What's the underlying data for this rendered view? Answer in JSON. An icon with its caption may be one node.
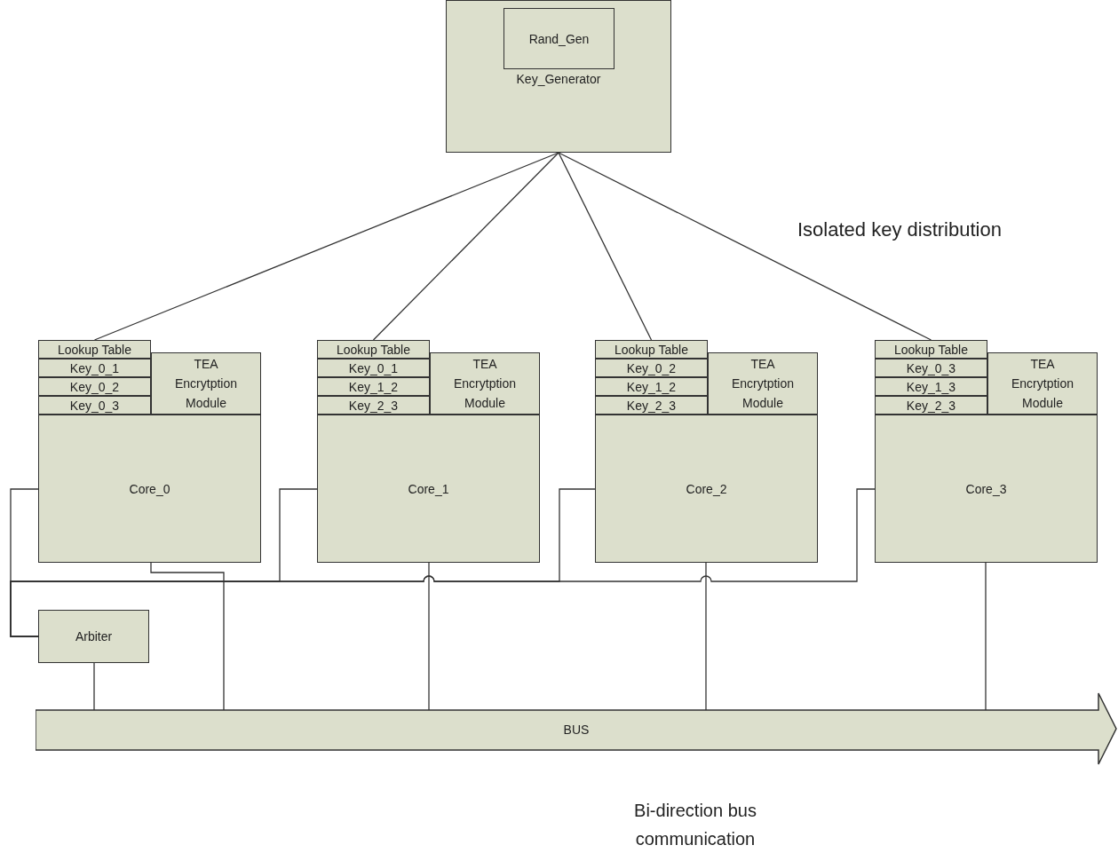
{
  "diagram": {
    "nodes": [
      {
        "text": [
          "Key_Generator"
        ]
      },
      {
        "text": [
          "Rand_Gen"
        ],
        "in": 0
      },
      {
        "text": [
          "Lookup Table"
        ]
      },
      {
        "text": [
          "Key_0_1"
        ]
      },
      {
        "text": [
          "Key_0_2"
        ]
      },
      {
        "text": [
          "Key_0_3"
        ]
      },
      {
        "text": [
          "TEA Encrytption Module"
        ]
      },
      {
        "text": [
          "Core_0"
        ]
      },
      {
        "text": [
          "Lookup Table"
        ]
      },
      {
        "text": [
          "Key_0_1"
        ]
      },
      {
        "text": [
          "Key_1_2"
        ]
      },
      {
        "text": [
          "Key_2_3"
        ]
      },
      {
        "text": [
          "TEA Encrytption Module"
        ]
      },
      {
        "text": [
          "Core_1"
        ]
      },
      {
        "text": [
          "Lookup Table"
        ]
      },
      {
        "text": [
          "Key_0_2"
        ]
      },
      {
        "text": [
          "Key_1_2"
        ]
      },
      {
        "text": [
          "Key_2_3"
        ]
      },
      {
        "text": [
          "TEA Encrytption Module"
        ]
      },
      {
        "text": [
          "Core_2"
        ]
      },
      {
        "text": [
          "Lookup Table"
        ]
      },
      {
        "text": [
          "Key_0_3"
        ]
      },
      {
        "text": [
          "Key_1_3"
        ]
      },
      {
        "text": [
          "Key_2_3"
        ]
      },
      {
        "text": [
          "TEA Encrytption Module"
        ]
      },
      {
        "text": [
          "Core_3"
        ]
      },
      {
        "text": [
          "Arbiter"
        ]
      },
      {
        "text": [
          "BUS"
        ]
      }
    ],
    "edges": [
      {
        "from": 0,
        "to": 2,
        "arrow": "none"
      },
      {
        "from": 0,
        "to": 8,
        "arrow": "none"
      },
      {
        "from": 0,
        "to": 14,
        "arrow": "none"
      },
      {
        "from": 0,
        "to": 20,
        "arrow": "none"
      },
      {
        "from": 7,
        "to": 27,
        "arrow": "none"
      },
      {
        "from": 13,
        "to": 27,
        "arrow": "none"
      },
      {
        "from": 19,
        "to": 27,
        "arrow": "none"
      },
      {
        "from": 25,
        "to": 27,
        "arrow": "none"
      },
      {
        "from": 26,
        "to": 27,
        "arrow": "none"
      },
      {
        "from": 26,
        "to": 7,
        "arrow": "none"
      },
      {
        "from": 26,
        "to": 13,
        "arrow": "none"
      },
      {
        "from": 26,
        "to": 19,
        "arrow": "none"
      },
      {
        "from": 26,
        "to": 25,
        "arrow": "none"
      }
    ],
    "labels": [
      "Isolated key distribution",
      "Bi-direction bus communication"
    ]
  }
}
